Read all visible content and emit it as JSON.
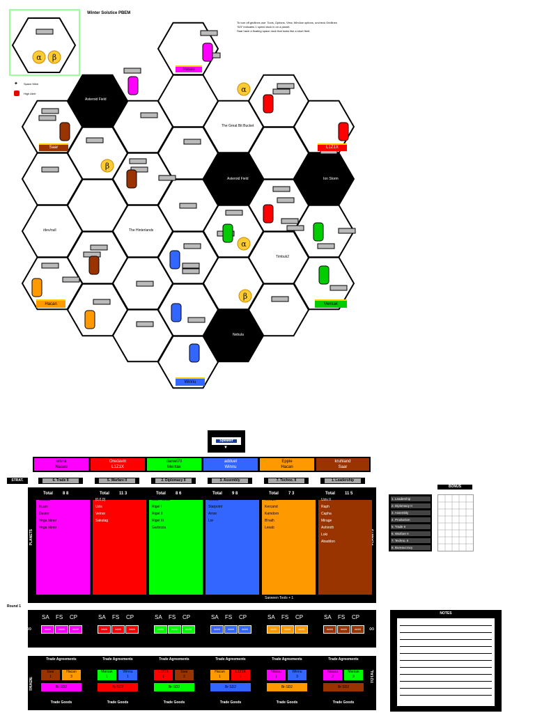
{
  "title": "Winter Solstice PBEM",
  "instructions": [
    "To turn off gridlines use:  Tools, Options, View, Window options, uncheck Gridlines",
    "\"8/3\" indicates 1 speed dock in on a planet.",
    "Saar have a floating space dock that looks like a short fleet."
  ],
  "legend": {
    "space_mine": "Space Mine",
    "high_alert": "High Alert"
  },
  "systems": {
    "asteroid_field_1": "Asteroid Field",
    "asteroid_field_2": "Asteroid Field",
    "great_bit_bucket": "The Great Bit Bucket",
    "ion_storm": "Ion Storm",
    "dev_null": "/dev/null",
    "hinterlands": "The Hinterlands",
    "timbuk2": "Timbuk2",
    "nebula": "Nebula"
  },
  "homes": {
    "nasau": "Nasau",
    "saar": "Saar",
    "l1z1x": "L1Z1X",
    "hacan": "Hacan",
    "mentak": "Mentak",
    "winnu": "Winnu"
  },
  "colors": {
    "magenta": "#ff00ff",
    "red": "#ff0000",
    "green": "#00ff00",
    "blue": "#3366ff",
    "orange": "#ff9900",
    "brown": "#993300"
  },
  "speaker": {
    "label": "Speaker",
    "arrow": "▼"
  },
  "players": [
    {
      "name": "ersha",
      "race": "Nasau",
      "color": "#ff00ff"
    },
    {
      "name": "Oredavin",
      "race": "L1Z1X",
      "color": "#ff0000"
    },
    {
      "name": "daniel70",
      "race": "Mentak",
      "color": "#00ff00"
    },
    {
      "name": "adduel",
      "race": "Winnu",
      "color": "#3366ff"
    },
    {
      "name": "Epple",
      "race": "Hacan",
      "color": "#ff9900"
    },
    {
      "name": "kruhland",
      "race": "Saar",
      "color": "#993300"
    }
  ],
  "strat": {
    "label": "STRAT.",
    "cards": [
      "6. Trade II",
      "5. Warfare II",
      "2. Diplomacy II",
      "3. Assembly",
      "7. Techno. II",
      "1. Leadership"
    ]
  },
  "planets": {
    "side_label": "PLANETS",
    "footer": "Sarween Tools + 1",
    "columns": [
      {
        "total_label": "Total",
        "total": "8 8",
        "rows": [
          "Mastuu",
          "Iruam",
          "Dauior",
          "Vega Minor",
          "Vega Minor"
        ]
      },
      {
        "total_label": "Total",
        "total": "11 3",
        "rows": [
          "[0,0,0]",
          "Uzis",
          "Velnor",
          "Sakulag"
        ]
      },
      {
        "total_label": "Total",
        "total": "8 6",
        "rows": [
          "Moll Primus",
          "Rigel I",
          "Rigel II",
          "Rigel III",
          "Garbozia"
        ]
      },
      {
        "total_label": "Total",
        "total": "9 8",
        "rows": [
          "Winnu",
          "Starpoint",
          "Arnor",
          "Lor"
        ]
      },
      {
        "total_label": "Total",
        "total": "7 3",
        "rows": [
          "Arretze",
          "Kercand",
          "Kamdorn",
          "B'nalh",
          "Lesab"
        ]
      },
      {
        "total_label": "Total",
        "total": "11 5",
        "rows": [
          "Uzis II",
          "Raph",
          "Capha",
          "Mirage",
          "Ashiroth",
          "Loki",
          "Abaddon"
        ]
      }
    ]
  },
  "bonus": {
    "header": "BONUS",
    "items": [
      "1. Leadership",
      "2. Diplomacy II",
      "3. Assembly",
      "4. Production",
      "5. Trade II",
      "6. Warfare II",
      "7. Techno. II",
      "8. Bureaucracy"
    ]
  },
  "round": "Round 1",
  "sfc": {
    "headers": [
      "SA",
      "FS",
      "CP"
    ],
    "infinity": "∞",
    "box_text": "####"
  },
  "notes": {
    "header": "NOTES"
  },
  "trade": {
    "side_label": "TRADE",
    "right_label": "TOTAL",
    "header": "Trade Agreements",
    "goods": "Trade Goods",
    "bonus": "Br:SD2",
    "groups": [
      {
        "a": "Saar",
        "a_n": "1",
        "b": "Hacan",
        "b_n": "3"
      },
      {
        "a": "Mentak",
        "a_n": "1",
        "b": "Winnu",
        "b_n": "1"
      },
      {
        "a": "L1Z1X",
        "a_n": "1",
        "b": "Saar",
        "b_n": "2"
      },
      {
        "a": "Hacan",
        "a_n": "1",
        "b": "L1Z1X",
        "b_n": "1"
      },
      {
        "a": "Nasau",
        "a_n": "1",
        "b": "Winnu",
        "b_n": "3"
      },
      {
        "a": "Nasau",
        "a_n": "2",
        "b": "Mentak",
        "b_n": "3"
      }
    ]
  },
  "planet_alpha": "α",
  "planet_beta": "β"
}
